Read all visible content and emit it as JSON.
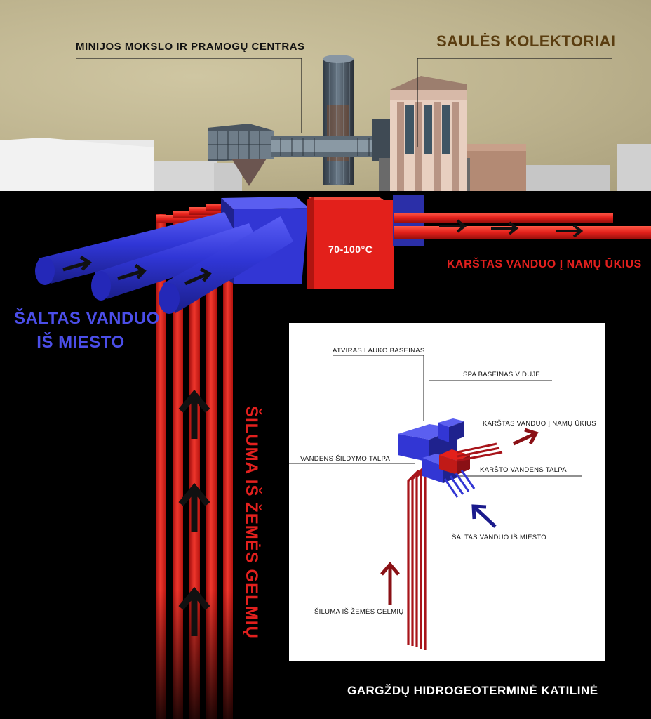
{
  "labels": {
    "science_center": "MINIJOS MOKSLO IR PRAMOGŲ CENTRAS",
    "solar_collectors": "SAULĖS KOLEKTORIAI",
    "cold_water_line1": "ŠALTAS VANDUO",
    "cold_water_line2": "IŠ MIESTO",
    "hot_water_to_homes": "KARŠTAS VANDUO Į NAMŲ ŪKIUS",
    "temperature": "70-100°C",
    "earth_heat": "ŠILUMA IŠ ŽEMĖS GELMIŲ",
    "footer": "GARGŽDŲ HIDROGEOTERMINĖ KATILINĖ"
  },
  "inset": {
    "outdoor_pool": "ATVIRAS LAUKO BASEINAS",
    "spa_pool": "SPA BASEINAS VIDUJE",
    "hot_water_to_homes": "KARŠTAS VANDUO Į NAMŲ ŪKIUS",
    "heating_tank": "VANDENS ŠILDYMO TALPA",
    "hot_water_tank": "KARŠTO VANDENS TALPA",
    "cold_water_from_city": "ŠALTAS VANDUO IŠ MIESTO",
    "earth_heat": "ŠILUMA IŠ ŽEMĖS GELMIŲ"
  },
  "colors": {
    "cold": "#3338d8",
    "hot": "#e3201b",
    "dark_red": "#8a1015",
    "navy": "#1a1a8c",
    "sky": "#c6bd98",
    "solar_text": "#5a3d10"
  }
}
